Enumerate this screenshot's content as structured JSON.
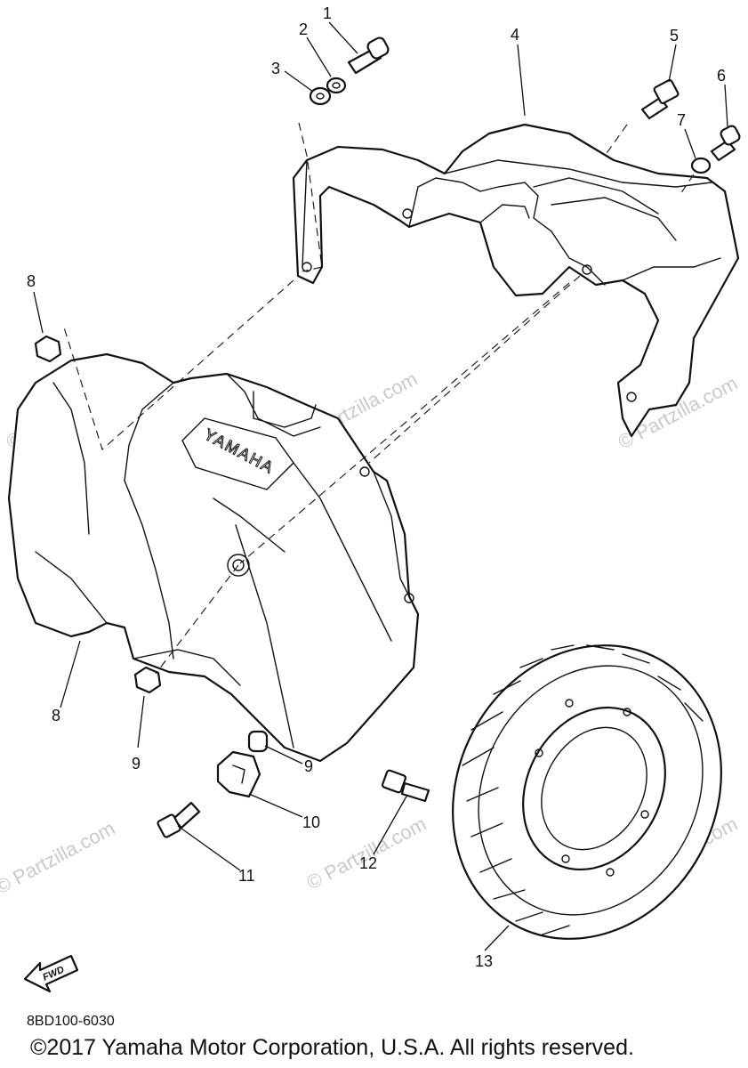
{
  "diagram": {
    "code": "8BD100-6030",
    "copyright": "©2017 Yamaha Motor Corporation, U.S.A. All rights reserved.",
    "watermark": "© Partzilla.com",
    "brand_emboss": "YAMAHA",
    "direction_marker": "FWD",
    "callouts": [
      "1",
      "2",
      "3",
      "4",
      "5",
      "6",
      "7",
      "8",
      "8",
      "9",
      "9",
      "10",
      "11",
      "12",
      "13"
    ]
  }
}
